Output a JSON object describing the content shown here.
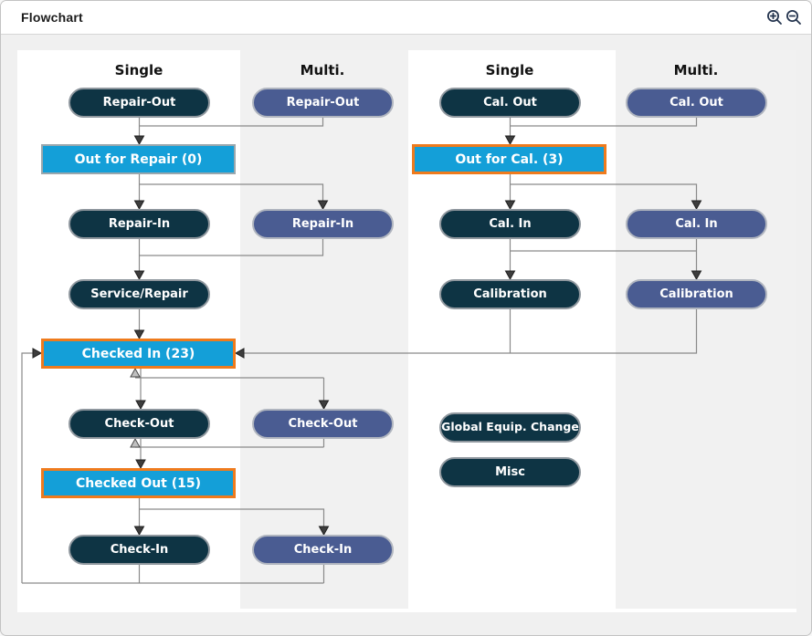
{
  "window": {
    "title": "Flowchart"
  },
  "toolbar": {
    "icons": [
      {
        "name": "zoom-in-icon",
        "glyph": "magnifier-plus"
      },
      {
        "name": "zoom-out-icon",
        "glyph": "magnifier-minus"
      }
    ]
  },
  "column_headers": [
    "Single",
    "Multi.",
    "Single",
    "Multi."
  ],
  "nodes": {
    "repair_out_single": "Repair-Out",
    "repair_out_multi": "Repair-Out",
    "out_for_repair": "Out for Repair (0)",
    "repair_in_single": "Repair-In",
    "repair_in_multi": "Repair-In",
    "service_repair": "Service/Repair",
    "checked_in": "Checked In (23)",
    "check_out_single": "Check-Out",
    "check_out_multi": "Check-Out",
    "checked_out": "Checked Out (15)",
    "check_in_single": "Check-In",
    "check_in_multi": "Check-In",
    "cal_out_single": "Cal. Out",
    "cal_out_multi": "Cal. Out",
    "out_for_cal": "Out for Cal. (3)",
    "cal_in_single": "Cal. In",
    "cal_in_multi": "Cal. In",
    "calibration_single": "Calibration",
    "calibration_multi": "Calibration",
    "global_equip_change": "Global Equip. Change",
    "misc": "Misc"
  },
  "counts": {
    "out_for_repair": 0,
    "out_for_cal": 3,
    "checked_in": 23,
    "checked_out": 15
  },
  "colors": {
    "node_dark": "#0e3444",
    "node_multi_blue": "#4a5c92",
    "status_blue": "#149fd8",
    "highlight_border_orange": "#ef7b1d",
    "connector_gray": "#8a8a8a"
  }
}
